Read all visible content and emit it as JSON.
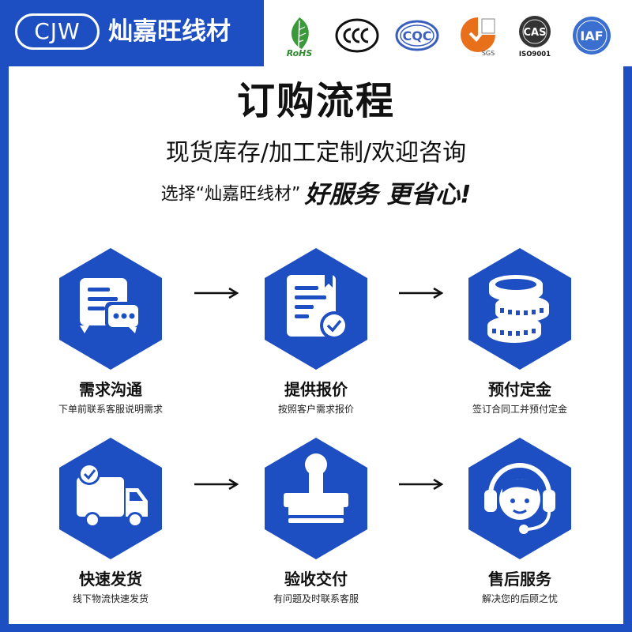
{
  "brand": {
    "logo": "CJW",
    "name": "灿嘉旺线材"
  },
  "certifications": [
    {
      "icon": "rohs-icon",
      "label": "RoHS"
    },
    {
      "icon": "ccc-icon",
      "label": ""
    },
    {
      "icon": "cqc-icon",
      "label": "CQC"
    },
    {
      "icon": "sgs-icon",
      "label": "SGS"
    },
    {
      "icon": "cas-icon",
      "label": "ISO9001"
    },
    {
      "icon": "iaf-icon",
      "label": "IAF"
    }
  ],
  "heading": {
    "title": "订购流程",
    "subtitle": "现货库存/加工定制/欢迎咨询",
    "slogan_prefix": "选择“灿嘉旺线材”",
    "slogan_emphasis": "好服务 更省心!"
  },
  "steps": [
    {
      "title": "需求沟通",
      "desc": "下单前联系客服说明需求",
      "icon": "chat-document-icon"
    },
    {
      "title": "提供报价",
      "desc": "按照客户需求报价",
      "icon": "quote-document-icon"
    },
    {
      "title": "预付定金",
      "desc": "签订合同工并预付定金",
      "icon": "coins-icon"
    },
    {
      "title": "快速发货",
      "desc": "线下物流快速发货",
      "icon": "delivery-truck-icon"
    },
    {
      "title": "验收交付",
      "desc": "有问题及时联系客服",
      "icon": "stamp-icon"
    },
    {
      "title": "售后服务",
      "desc": "解决您的后顾之忧",
      "icon": "customer-service-icon"
    }
  ],
  "colors": {
    "primary": "#1e4fc2",
    "white": "#ffffff",
    "text": "#111111"
  }
}
